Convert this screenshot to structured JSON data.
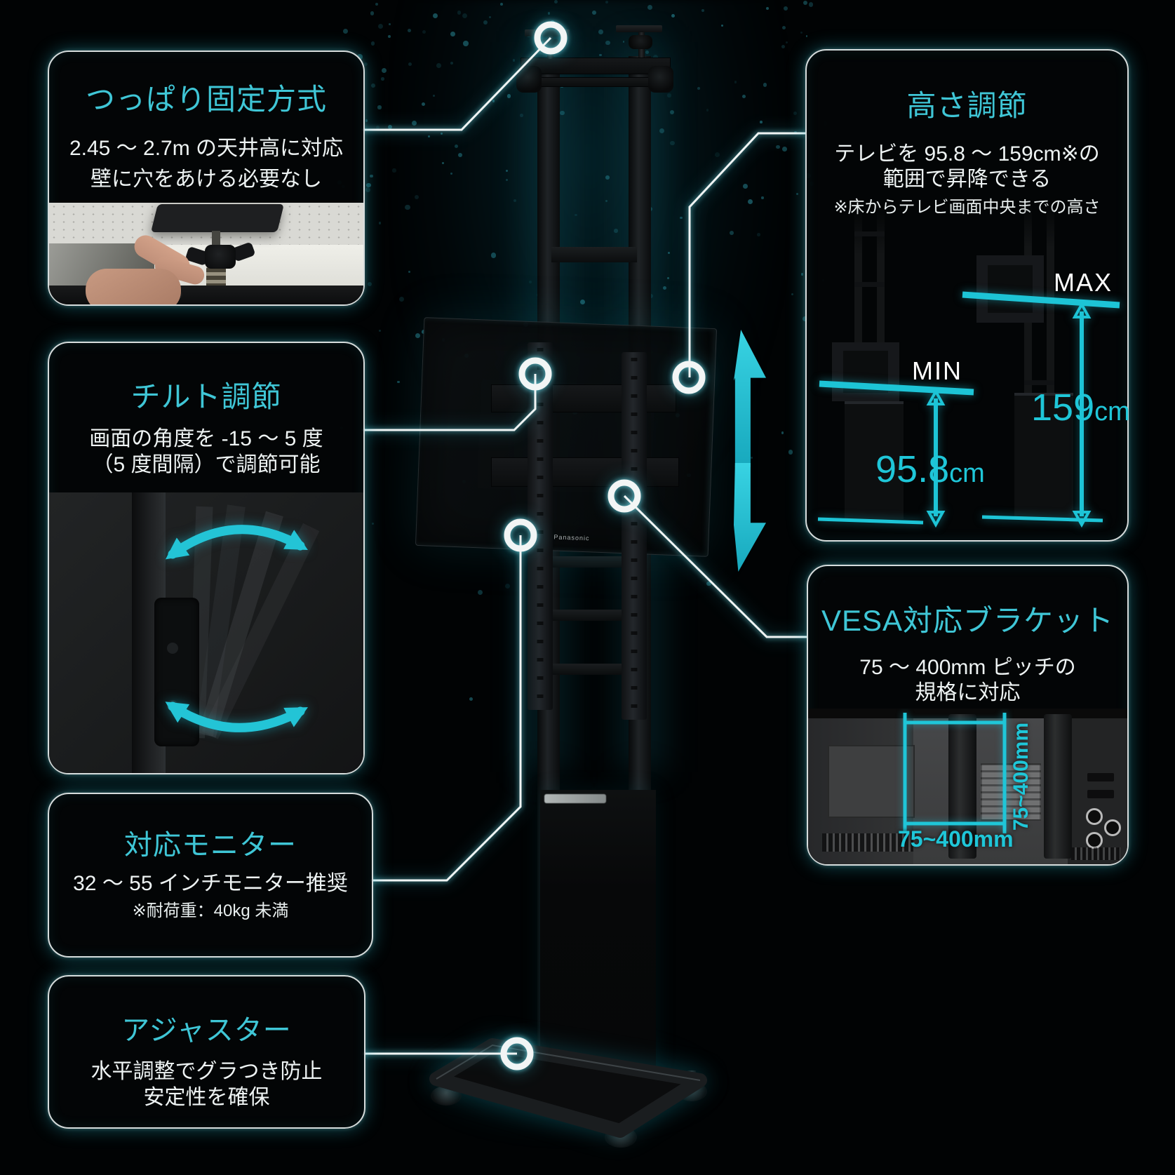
{
  "palette": {
    "accent": "#23c4d6",
    "title_color": "#3fc6d6",
    "text_color": "#eef3f3",
    "border_color": "#d6dcdc"
  },
  "cards": {
    "tension": {
      "title": "つっぱり固定方式",
      "line1": "2.45 〜 2.7m の天井高に対応",
      "line2": "壁に穴をあける必要なし"
    },
    "tilt": {
      "title": "チルト調節",
      "line1": "画面の角度を -15 〜 5 度",
      "line2": "（5 度間隔）で調節可能"
    },
    "monitor": {
      "title": "対応モニター",
      "line1": "32 〜 55 インチモニター推奨",
      "note": "※耐荷重：40kg 未満"
    },
    "adjuster": {
      "title": "アジャスター",
      "line1": "水平調整でグラつき防止",
      "line2": "安定性を確保"
    },
    "height": {
      "title": "高さ調節",
      "line1": "テレビを 95.8 〜 159cm※の",
      "line2": "範囲で昇降できる",
      "note": "※床からテレビ画面中央までの高さ",
      "min_label": "MIN",
      "max_label": "MAX",
      "min_value": "95.8",
      "max_value": "159",
      "unit": "cm"
    },
    "vesa": {
      "title": "VESA対応ブラケット",
      "line1": "75 〜 400mm ピッチの",
      "line2": "規格に対応",
      "width_label": "75~400mm",
      "height_label": "75~400mm"
    }
  },
  "stand": {
    "tv_brand": "Panasonic"
  }
}
